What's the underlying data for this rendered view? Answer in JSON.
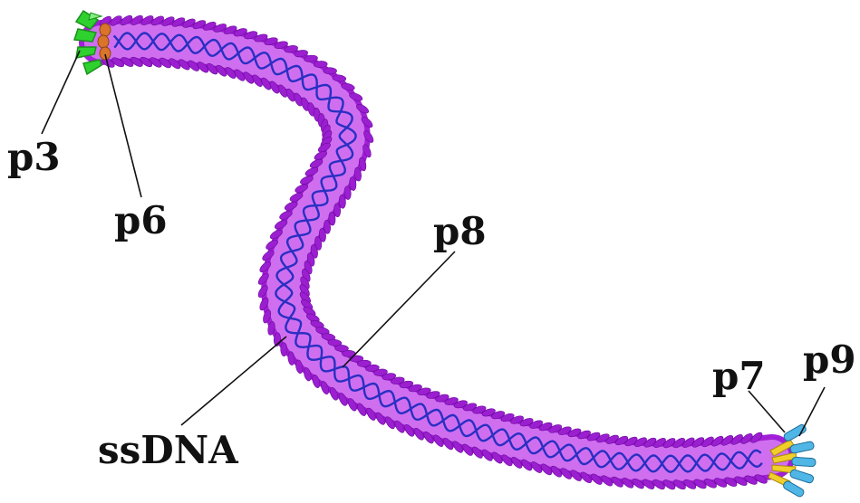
{
  "labels": {
    "p3": "p3",
    "p6": "p6",
    "p8": "p8",
    "ssdna": "ssDNA",
    "p7": "p7",
    "p9": "p9"
  },
  "colors": {
    "coat": "#cf6ff0",
    "coat_edge": "#a11fd6",
    "scale": "#9b1fd0",
    "dna": "#2a2fc2",
    "p3_green": "#2fd12f",
    "p6_orange": "#d9742a",
    "p7_blue": "#4fb6e6",
    "p9_yellow": "#f1cf2a",
    "label": "#111111"
  },
  "icons": {
    "phage_body": "filamentous-phage-capsid",
    "dna": "ssdna-double-helix",
    "head_end": "p3-p6-cap",
    "tail_end": "p7-p9-cap"
  }
}
